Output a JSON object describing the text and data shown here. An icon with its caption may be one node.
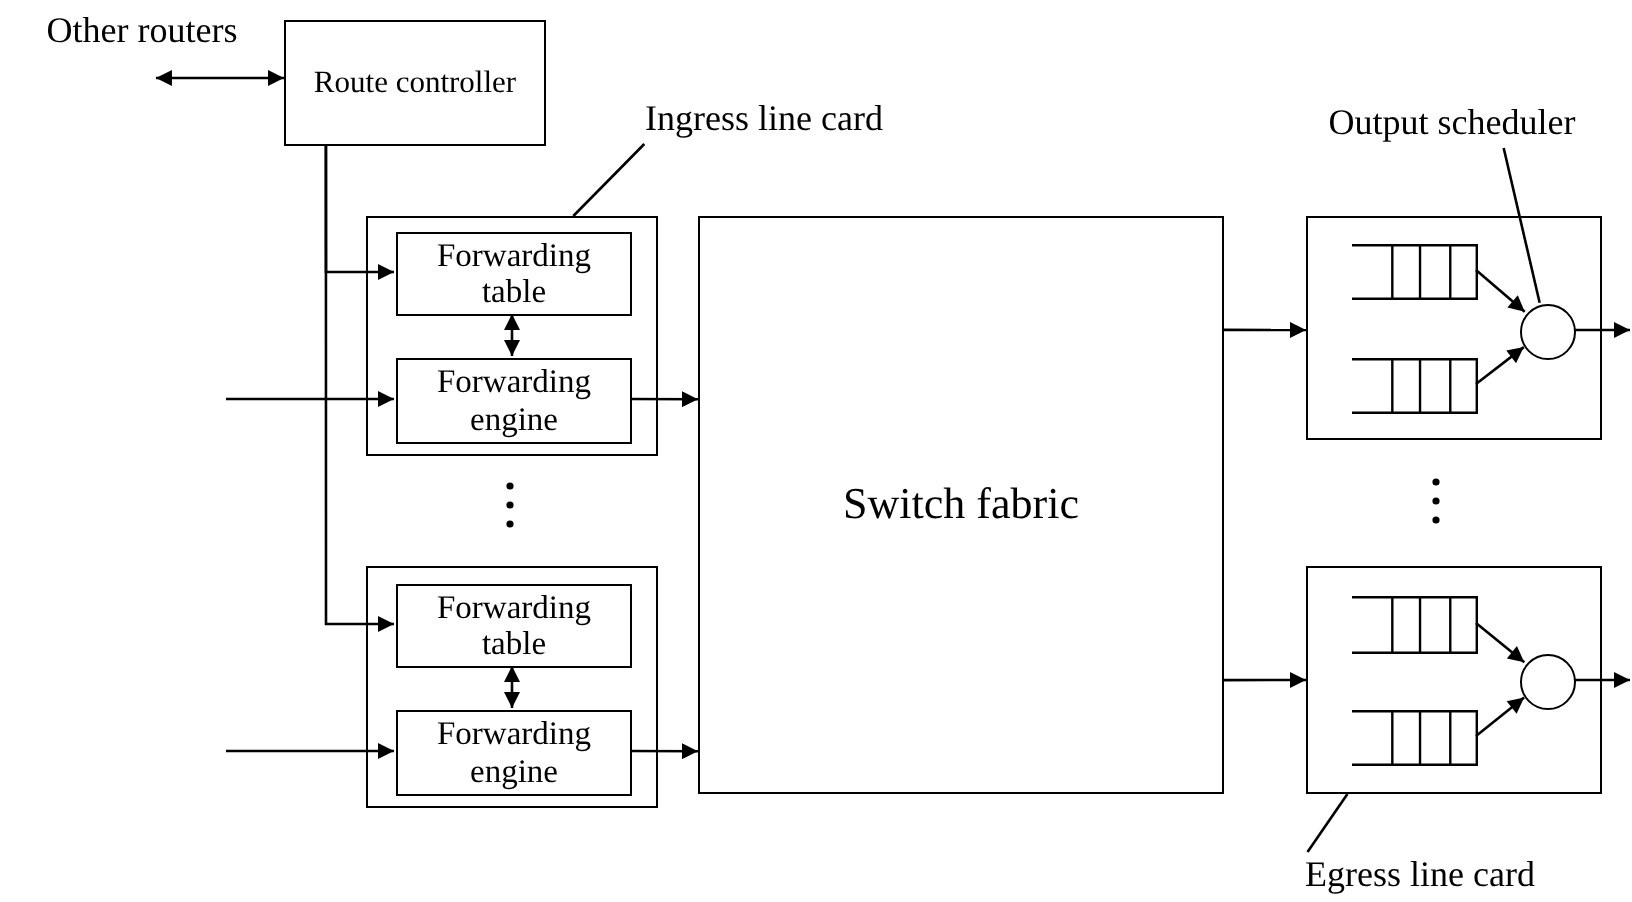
{
  "diagram": {
    "nodes": [
      {
        "text": [
          "Route controller"
        ]
      },
      {
        "text": [
          "Ingress line card"
        ]
      },
      {
        "text": [
          "Output scheduler"
        ]
      },
      {
        "text": [],
        "shape": "box"
      },
      {
        "text": [
          "Forwarding table"
        ],
        "in": 3
      },
      {
        "text": [
          "Forwarding engine"
        ],
        "in": 3
      },
      {
        "text": [
          "Switch fabric"
        ]
      },
      {
        "text": [],
        "shape": "box"
      },
      {
        "text": [],
        "shape": "queue",
        "in": 7
      },
      {
        "text": [],
        "shape": "queue",
        "in": 7
      },
      {
        "text": [],
        "shape": "circle",
        "in": 7
      },
      {
        "text": [],
        "shape": "box"
      },
      {
        "text": [
          "Forwarding table"
        ],
        "in": 11
      },
      {
        "text": [
          "Forwarding engine"
        ],
        "in": 11
      },
      {
        "text": [],
        "shape": "box"
      },
      {
        "text": [],
        "shape": "queue",
        "in": 14
      },
      {
        "text": [],
        "shape": "queue",
        "in": 14
      },
      {
        "text": [],
        "shape": "circle",
        "in": 14
      },
      {
        "text": [
          "Egress line card"
        ]
      },
      {
        "text": [
          "Other routers"
        ]
      }
    ],
    "edges": [
      {
        "from": 19,
        "to": 0,
        "arrow": "both"
      },
      {
        "from": 0,
        "to": 4,
        "arrow": "to"
      },
      {
        "from": 0,
        "to": 12,
        "arrow": "to"
      },
      {
        "from": 1,
        "to": 3,
        "arrow": "none"
      },
      {
        "from": null,
        "to": 5,
        "arrow": "to"
      },
      {
        "from": 4,
        "to": 5,
        "arrow": "both"
      },
      {
        "from": 5,
        "to": 6,
        "arrow": "to"
      },
      {
        "from": 12,
        "to": 13,
        "arrow": "both"
      },
      {
        "from": null,
        "to": 13,
        "arrow": "to"
      },
      {
        "from": 13,
        "to": 6,
        "arrow": "to"
      },
      {
        "from": 6,
        "to": 7,
        "arrow": "to"
      },
      {
        "from": 6,
        "to": 14,
        "arrow": "to"
      },
      {
        "from": 8,
        "to": 10,
        "arrow": "to"
      },
      {
        "from": 9,
        "to": 10,
        "arrow": "to"
      },
      {
        "from": 10,
        "to": null,
        "arrow": "to"
      },
      {
        "from": 15,
        "to": 17,
        "arrow": "to"
      },
      {
        "from": 16,
        "to": 17,
        "arrow": "to"
      },
      {
        "from": 17,
        "to": null,
        "arrow": "to"
      },
      {
        "from": 2,
        "to": 10,
        "arrow": "none"
      },
      {
        "from": 18,
        "to": 14,
        "arrow": "none"
      }
    ]
  }
}
